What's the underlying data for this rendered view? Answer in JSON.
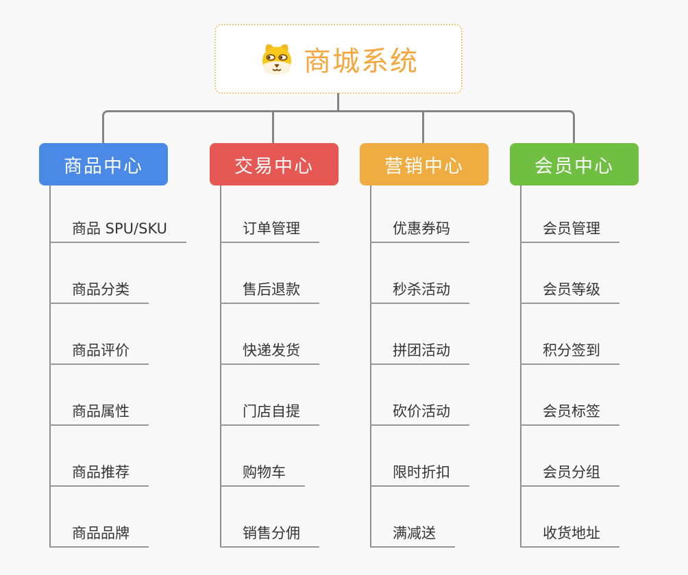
{
  "root": {
    "title": "商城系统",
    "icon": "dog-icon",
    "accent_color": "#f5a63c",
    "box_border_color": "#f3c87e"
  },
  "colors": {
    "background": "#f8f8f8",
    "connector": "#848484",
    "leaf_underline": "#979797",
    "leaf_text": "#343434"
  },
  "branches": [
    {
      "label": "商品中心",
      "color": "#4a89e5",
      "items": [
        "商品 SPU/SKU",
        "商品分类",
        "商品评价",
        "商品属性",
        "商品推荐",
        "商品品牌"
      ]
    },
    {
      "label": "交易中心",
      "color": "#e65853",
      "items": [
        "订单管理",
        "售后退款",
        "快递发货",
        "门店自提",
        "购物车",
        "销售分佣"
      ]
    },
    {
      "label": "营销中心",
      "color": "#efac41",
      "items": [
        "优惠券码",
        "秒杀活动",
        "拼团活动",
        "砍价活动",
        "限时折扣",
        "满减送"
      ]
    },
    {
      "label": "会员中心",
      "color": "#70bf43",
      "items": [
        "会员管理",
        "会员等级",
        "积分签到",
        "会员标签",
        "会员分组",
        "收货地址"
      ]
    }
  ]
}
